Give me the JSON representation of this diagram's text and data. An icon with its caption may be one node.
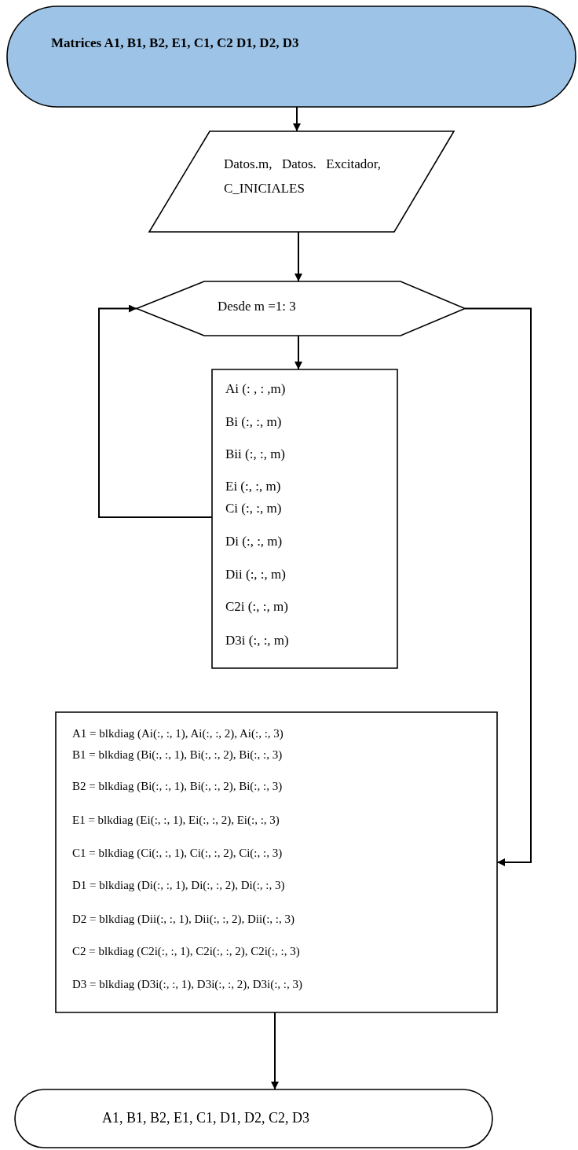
{
  "diagram": {
    "nodes": [
      {
        "text": [
          "Matrices A1, B1, B2, E1, C1, C2 D1, D2, D3"
        ]
      },
      {
        "text": [
          "Datos.m, Datos. Excitador, C_INICIALES"
        ]
      },
      {
        "text": [
          "Desde m =1: 3"
        ]
      },
      {
        "text": [
          "Ai (: , : ,m)",
          "Bi (:, :, m)",
          "Bii (:, :, m)",
          "Ei (:, :, m)",
          "Ci (:, :, m)",
          "Di (:, :, m)",
          "Dii (:, :, m)",
          "C2i (:, :, m)",
          "D3i (:, :, m)"
        ]
      },
      {
        "text": [
          "A1 = blkdiag (Ai(:, :, 1), Ai(:, :, 2), Ai(:, :, 3)",
          "B1 = blkdiag (Bi(:, :, 1), Bi(:, :, 2), Bi(:, :, 3)",
          "B2 = blkdiag (Bi(:, :, 1), Bi(:, :, 2), Bi(:, :, 3)",
          "E1 = blkdiag (Ei(:, :, 1), Ei(:, :, 2), Ei(:, :, 3)",
          "C1 = blkdiag (Ci(:, :, 1), Ci(:, :, 2), Ci(:, :, 3)",
          "D1 = blkdiag (Di(:, :, 1), Di(:, :, 2), Di(:, :, 3)",
          "D2 = blkdiag (Dii(:, :, 1), Dii(:, :, 2), Dii(:, :, 3)",
          "C2 = blkdiag (C2i(:, :, 1), C2i(:, :, 2), C2i(:, :, 3)",
          "D3 = blkdiag (D3i(:, :, 1), D3i(:, :, 2), D3i(:, :, 3)"
        ]
      },
      {
        "text": [
          "A1, B1, B2, E1, C1, D1, D2, C2, D3"
        ]
      }
    ],
    "edges": [
      {
        "from": 0,
        "to": 1,
        "arrow": "to"
      },
      {
        "from": 1,
        "to": 2,
        "arrow": "to"
      },
      {
        "from": 2,
        "to": 3,
        "arrow": "to"
      },
      {
        "from": 3,
        "to": 2,
        "arrow": "to"
      },
      {
        "from": 2,
        "to": 4,
        "arrow": "to"
      },
      {
        "from": 4,
        "to": 5,
        "arrow": "to"
      }
    ]
  }
}
